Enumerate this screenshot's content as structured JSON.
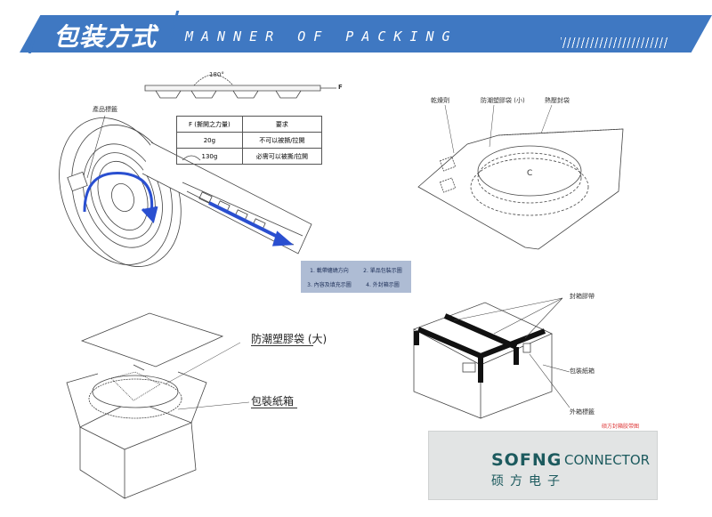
{
  "header": {
    "title_cn": "包装方式",
    "title_en": "MANNER OF PACKING"
  },
  "reel_panel": {
    "angle_label": "180°",
    "force_label": "F",
    "product_label": "產品標籤",
    "table": {
      "headers": [
        "F (撕開之力量)",
        "要求"
      ],
      "rows": [
        [
          "20g",
          "不可以被撕/拉開"
        ],
        [
          "130g",
          "必需可以被撕/拉開"
        ]
      ]
    }
  },
  "bag_panel": {
    "desiccant_label": "乾燥劑",
    "small_bag_label": "防潮塑膠袋 (小)",
    "seal_bag_label": "熱壓封袋",
    "center_mark": "C"
  },
  "legend": {
    "items": [
      "1. 載帶纏繞方向",
      "2. 單品包裝示圖",
      "3. 內容及填充示圖",
      "4. 外封箱示圖"
    ]
  },
  "box_panel": {
    "large_bag_label": "防潮塑膠袋 (大)",
    "carton_label": "包裝紙箱"
  },
  "sealed_panel": {
    "tape_label": "封箱膠帶",
    "carton_label": "包裝紙箱",
    "outer_label": "外箱標籤",
    "tape_diagram_label": "硕方封箱胶带图"
  },
  "logo": {
    "brand": "SOFNG",
    "suffix": "CONNECTOR",
    "cn": "硕方电子",
    "colors": {
      "brand": "#1c5a5e",
      "banner": "#3f78c2"
    }
  }
}
